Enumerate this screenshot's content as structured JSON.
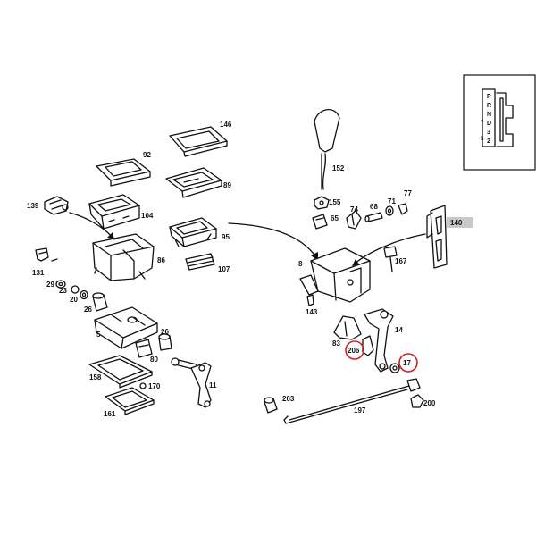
{
  "gate_letters": [
    "P",
    "R",
    "N",
    "D",
    "3",
    "2",
    "4",
    "5"
  ],
  "part_labels": {
    "p146": "146",
    "p92": "92",
    "p89": "89",
    "p139": "139",
    "p104": "104",
    "p95": "95",
    "p131": "131",
    "p86": "86",
    "p29": "29",
    "p23": "23",
    "p20": "20",
    "p26a": "26",
    "p5": "5",
    "p107": "107",
    "p26b": "26",
    "p80": "80",
    "p158": "158",
    "p170": "170",
    "p11": "11",
    "p161": "161",
    "p152": "152",
    "p155": "155",
    "p74": "74",
    "p68": "68",
    "p71": "71",
    "p77": "77",
    "p65": "65",
    "p140": "140",
    "p8": "8",
    "p167": "167",
    "p143": "143",
    "p14": "14",
    "p83": "83",
    "p206": "206",
    "p17": "17",
    "p203": "203",
    "p197": "197",
    "p200": "200"
  },
  "highlight_color": "#d42020",
  "label_140_bg": "#c8c8c8"
}
